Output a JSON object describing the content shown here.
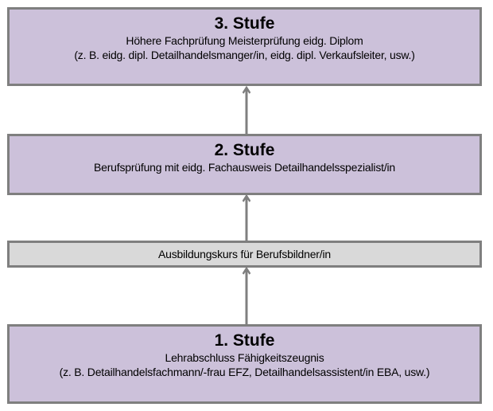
{
  "colors": {
    "stage_fill": "#ccc1da",
    "course_fill": "#d9d9d9",
    "border": "#7f7f7f",
    "arrow": "#7f7f7f"
  },
  "stages": [
    {
      "title": "3. Stufe",
      "lines": [
        "Höhere Fachprüfung Meisterprüfung eidg. Diplom",
        "(z. B. eidg. dipl. Detailhandelsmanger/in, eidg. dipl. Verkaufsleiter, usw.)"
      ]
    },
    {
      "title": "2. Stufe",
      "lines": [
        "Berufsprüfung mit eidg. Fachausweis Detailhandelsspezialist/in"
      ]
    },
    {
      "title": "1. Stufe",
      "lines": [
        "Lehrabschluss Fähigkeitszeugnis",
        "(z. B. Detailhandelsfachmann/-frau EFZ, Detailhandelsassistent/in EBA, usw.)"
      ]
    }
  ],
  "course": {
    "label": "Ausbildungskurs für Berufsbildner/in"
  },
  "arrows": [
    {
      "from": "1. Stufe",
      "to": "Ausbildungskurs für Berufsbildner/in"
    },
    {
      "from": "Ausbildungskurs für Berufsbildner/in",
      "to": "2. Stufe"
    },
    {
      "from": "2. Stufe",
      "to": "3. Stufe"
    }
  ]
}
